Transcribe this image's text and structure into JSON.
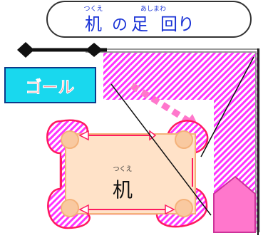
{
  "title": {
    "kanji_1": "机",
    "ruby_1": "つくえ",
    "middle": "の",
    "kanji_2": "足",
    "ruby_2": "あしまわ",
    "rest": "回り"
  },
  "goal": {
    "label": "ゴール"
  },
  "desk": {
    "ruby": "つくえ",
    "label": "机"
  },
  "colors": {
    "title_border": "#333333",
    "title_text": "#1a33d6",
    "goal_fill": "#19d8ee",
    "goal_border": "#0b3a8a",
    "goal_text": "#ff1420",
    "hatch": "#ff33ff",
    "hatch_bg": "#ffffff",
    "desk_fill": "#ffe2c8",
    "desk_border": "#f4b27a",
    "leg_fill": "#f9c9a0",
    "route_border": "#ff1a60",
    "dashed_arrow": "#ff77cc",
    "robot_fill": "#ff77cc",
    "robot_border": "#cc3399",
    "wall_black": "#111111",
    "wall_gray": "#999999"
  }
}
